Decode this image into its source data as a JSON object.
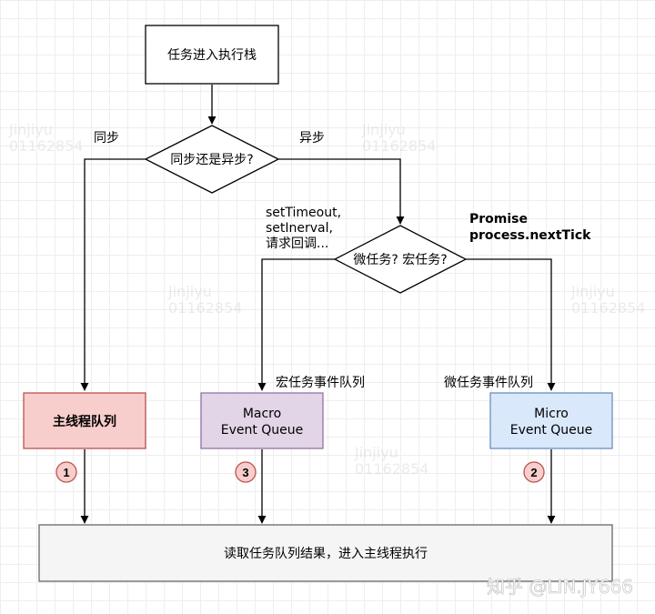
{
  "nodes": {
    "start": "任务进入执行栈",
    "decision_sync": "同步还是异步?",
    "decision_task": "微任务? 宏任务?",
    "main_queue": "主线程队列",
    "macro_queue": [
      "Macro",
      "Event Queue"
    ],
    "micro_queue": [
      "Micro",
      "Event Queue"
    ],
    "final": "读取任务队列结果，进入主线程执行"
  },
  "edge_labels": {
    "sync": "同步",
    "async": "异步",
    "macro_sources": [
      "setTimeout,",
      "setInerval,",
      "请求回调..."
    ],
    "micro_sources": [
      "Promise",
      "process.nextTick"
    ],
    "macro_event_queue": "宏任务事件队列",
    "micro_event_queue": "微任务事件队列"
  },
  "badges": {
    "main": "1",
    "micro": "2",
    "macro": "3"
  },
  "watermark": {
    "brand": "知乎 @LIN.JY666",
    "repeat": [
      "Jinjiyu",
      "01162854"
    ]
  },
  "colors": {
    "main_fill": "#f8cecc",
    "main_stroke": "#b85450",
    "macro_fill": "#e1d5e7",
    "macro_stroke": "#9673a6",
    "micro_fill": "#dae8fc",
    "micro_stroke": "#6c8ebf",
    "final_fill": "#f5f5f5",
    "final_stroke": "#666666",
    "badge_fill": "#f8cecc",
    "badge_stroke": "#b85450"
  }
}
